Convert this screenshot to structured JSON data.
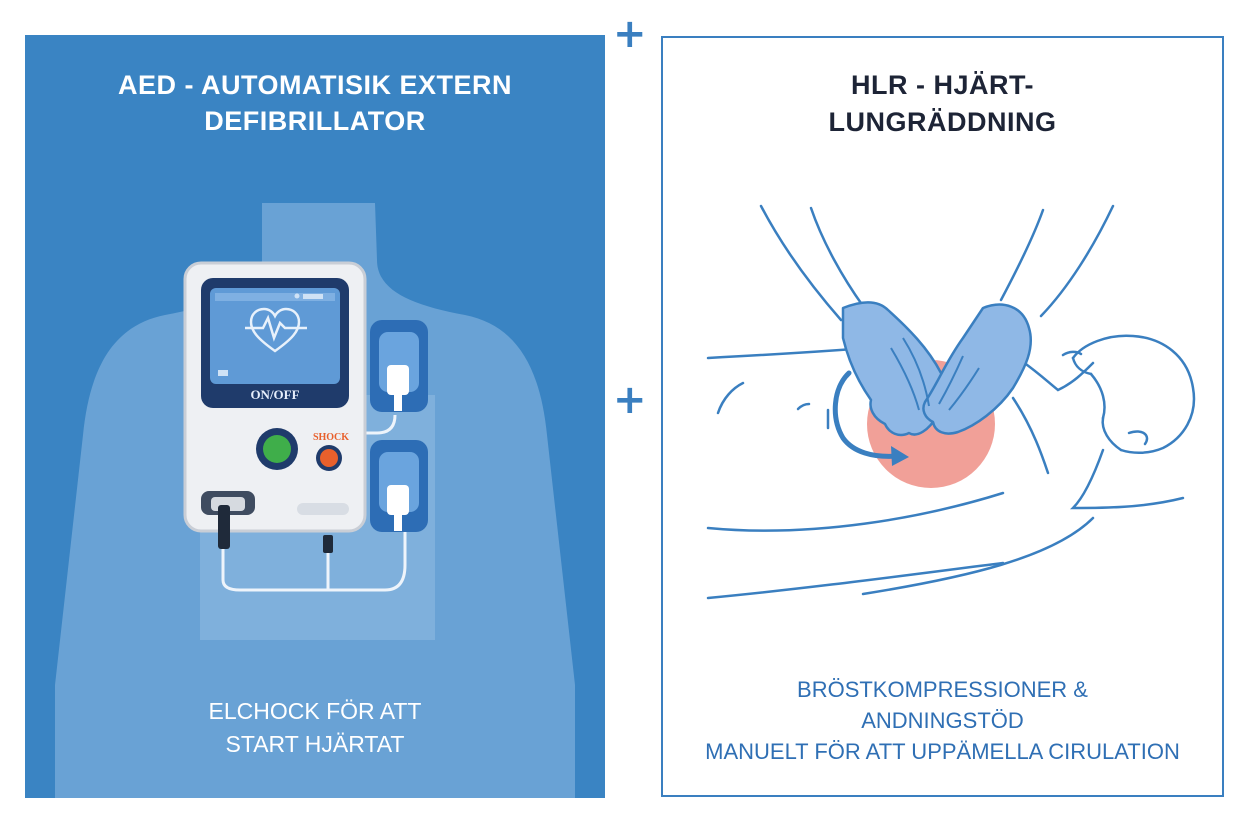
{
  "aed_panel": {
    "title_line1": "AED - AUTOMATISIK EXTERN",
    "title_line2": "DEFIBRILLATOR",
    "device": {
      "power_label": "ON/OFF",
      "shock_label": "SHOCK"
    },
    "caption_line1": "ELCHOCK FÖR ATT",
    "caption_line2": "START HJÄRTAT"
  },
  "hlr_panel": {
    "title_line1": "HLR - HJÄRT-",
    "title_line2": "LUNGRÄDDNING",
    "caption_line1": "BRÖSTKOMPRESSIONER &",
    "caption_line2": "ANDNINGSTÖD",
    "caption_line3": "MANUELT FÖR ATT UPPÄMELLA CIRULATION"
  },
  "colors": {
    "aed_background": "#3a84c3",
    "hlr_border": "#3a7fc0",
    "shock_button": "#e8602c",
    "power_button": "#3fae4a",
    "compression_zone": "#ef8f86"
  },
  "icons": [
    "plus-icon",
    "heart-pulse-icon",
    "rotation-arrow-icon"
  ]
}
